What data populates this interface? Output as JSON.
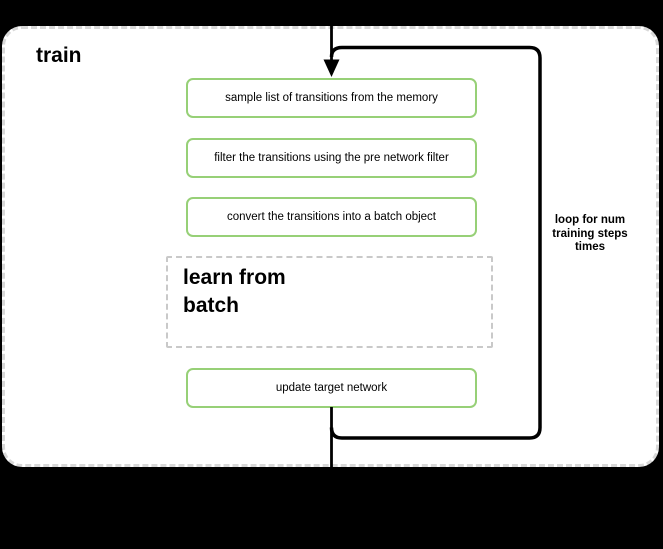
{
  "diagram": {
    "container_label": "train",
    "steps": [
      "sample list of transitions from the memory",
      "filter the transitions using the pre network filter",
      "convert the transitions into a batch object"
    ],
    "subprocess_label": "learn from batch",
    "final_step": "update target network",
    "loop_annotation": "loop for num training steps times"
  },
  "colors": {
    "background": "#000000",
    "panel_fill": "#ffffff",
    "panel_border": "#d8d8d8",
    "step_border": "#97d077",
    "subprocess_border": "#c9c9c9",
    "line": "#000000",
    "text": "#000000"
  }
}
